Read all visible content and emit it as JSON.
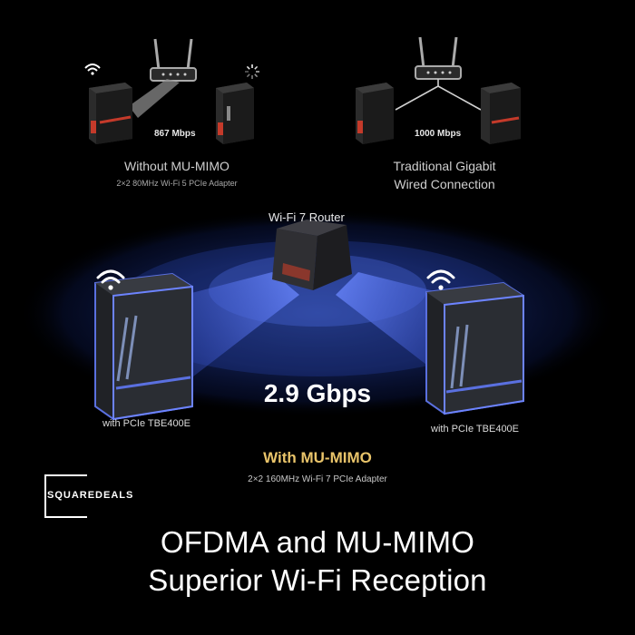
{
  "top_left": {
    "speed": "867 Mbps",
    "title": "Without MU-MIMO",
    "subtitle": "2×2 80MHz Wi-Fi 5 PCIe Adapter"
  },
  "top_right": {
    "speed": "1000 Mbps",
    "title_line1": "Traditional Gigabit",
    "title_line2": "Wired Connection"
  },
  "center": {
    "router_label": "Wi-Fi 7 Router",
    "left_pc_label": "with PCIe TBE400E",
    "right_pc_label": "with PCIe TBE400E",
    "speed": "2.9 Gbps",
    "mu_mimo_title": "With MU-MIMO",
    "mu_mimo_subtitle": "2×2 160MHz Wi-Fi 7 PCIe Adapter"
  },
  "logo": {
    "text": "SQUAREDEALS"
  },
  "headline": {
    "line1": "OFDMA and MU-MIMO",
    "line2": "Superior Wi-Fi Reception"
  },
  "colors": {
    "background": "#000000",
    "accent_gold": "#e9c46a",
    "beam_blue": "#3f63d8",
    "pc_red": "#c43a2a"
  },
  "icons": [
    "wifi-icon",
    "router-icon",
    "desktop-pc-icon",
    "loading-spinner-icon"
  ]
}
